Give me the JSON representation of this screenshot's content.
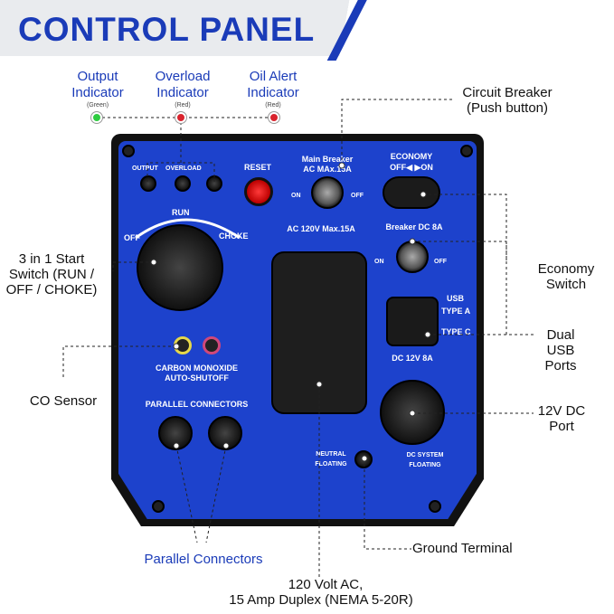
{
  "title": "CONTROL PANEL",
  "indicators": [
    {
      "label": "Output Indicator",
      "color_name": "(Green)",
      "color": "#2ecc40"
    },
    {
      "label": "Overload Indicator",
      "color_name": "(Red)",
      "color": "#d9232d"
    },
    {
      "label": "Oil Alert Indicator",
      "color_name": "(Red)",
      "color": "#d9232d"
    }
  ],
  "callouts": {
    "circuit_breaker": "Circuit Breaker (Push button)",
    "economy": "Economy Switch",
    "usb": "Dual USB Ports",
    "dc_port": "12V DC Port",
    "ground": "Ground Terminal",
    "ac": "120 Volt AC,",
    "ac2": "15 Amp Duplex (NEMA 5-20R)",
    "parallel": "Parallel Connectors",
    "co": "CO Sensor",
    "start": "3 in 1 Start Switch (RUN / OFF / CHOKE)"
  },
  "panel": {
    "output": "OUTPUT",
    "overload": "OVERLOAD",
    "reset": "RESET",
    "main_breaker": "Main Breaker",
    "main_breaker2": "AC MAx.15A",
    "on": "ON",
    "off": "OFF",
    "economy": "ECONOMY",
    "economy_state": "OFF◀ ▶ON",
    "run": "RUN",
    "choke": "CHOKE",
    "ac_rating": "AC 120V Max.15A",
    "breaker_dc": "Breaker  DC 8A",
    "usb": "USB",
    "type_a": "TYPE A",
    "type_c": "TYPE C",
    "dc_rating": "DC 12V 8A",
    "co1": "CARBON MONOXIDE",
    "co2": "AUTO-SHUTOFF",
    "parallel": "PARALLEL CONNECTORS",
    "neutral": "NEUTRAL FLOATING",
    "dc_system": "DC SYSTEM FLOATING"
  }
}
